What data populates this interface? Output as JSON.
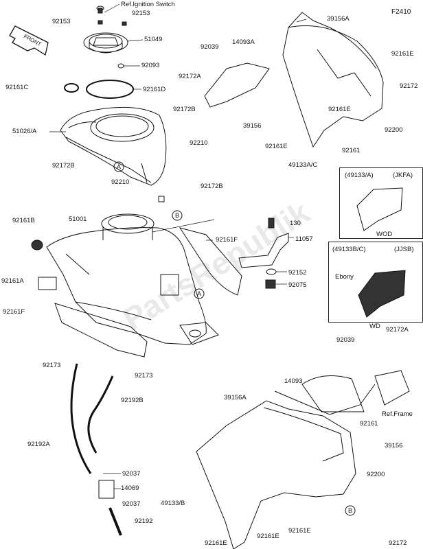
{
  "figure_id": "F2410",
  "watermark": "PartsRepublik",
  "front_marker": "FRONT",
  "ref_labels": [
    "A",
    "B"
  ],
  "inset_boxes": [
    {
      "code": "(49133/A)",
      "variant": "(JKFA)",
      "color": "WOD",
      "extra": ""
    },
    {
      "code": "(49133B/C)",
      "variant": "(JJSB)",
      "color": "WD",
      "extra": "Ebony"
    }
  ],
  "part_labels": {
    "p_ref_ign": "Ref.Ignition Switch",
    "p_92153a": "92153",
    "p_92153b": "92153",
    "p_51049": "51049",
    "p_92093": "92093",
    "p_92161c": "92161C",
    "p_92161d": "92161D",
    "p_92172b_1": "92172B",
    "p_51026a": "51026/A",
    "p_92210a": "92210",
    "p_92172b_2": "92172B",
    "p_92210b": "92210",
    "p_92172b_3": "92172B",
    "p_51001": "51001",
    "p_92161b": "92161B",
    "p_92161a": "92161A",
    "p_92161f_1": "92161F",
    "p_92161f_2": "92161F",
    "p_130": "130",
    "p_11057": "11057",
    "p_92152": "92152",
    "p_92075": "92075",
    "p_92173a": "92173",
    "p_92173b": "92173",
    "p_92192b": "92192B",
    "p_92192a": "92192A",
    "p_92037a": "92037",
    "p_14069": "14069",
    "p_92037b": "92037",
    "p_92192": "92192",
    "p_39156a_top": "39156A",
    "p_92039_top": "92039",
    "p_14093a": "14093A",
    "p_92172a_top": "92172A",
    "p_92161e_1": "92161E",
    "p_92172_top": "92172",
    "p_92161e_2": "92161E",
    "p_92200_top": "92200",
    "p_39156_top": "39156",
    "p_92161e_3": "92161E",
    "p_92161_top": "92161",
    "p_49133ac": "49133A/C",
    "p_92172a_bot": "92172A",
    "p_92039_bot": "92039",
    "p_14093": "14093",
    "p_ref_frame": "Ref.Frame",
    "p_39156a_bot": "39156A",
    "p_92161_bot": "92161",
    "p_39156_bot": "39156",
    "p_92200_bot": "92200",
    "p_49133b": "49133/B",
    "p_92161e_4": "92161E",
    "p_92161e_5": "92161E",
    "p_92161e_6": "92161E",
    "p_92172_bot": "92172"
  }
}
